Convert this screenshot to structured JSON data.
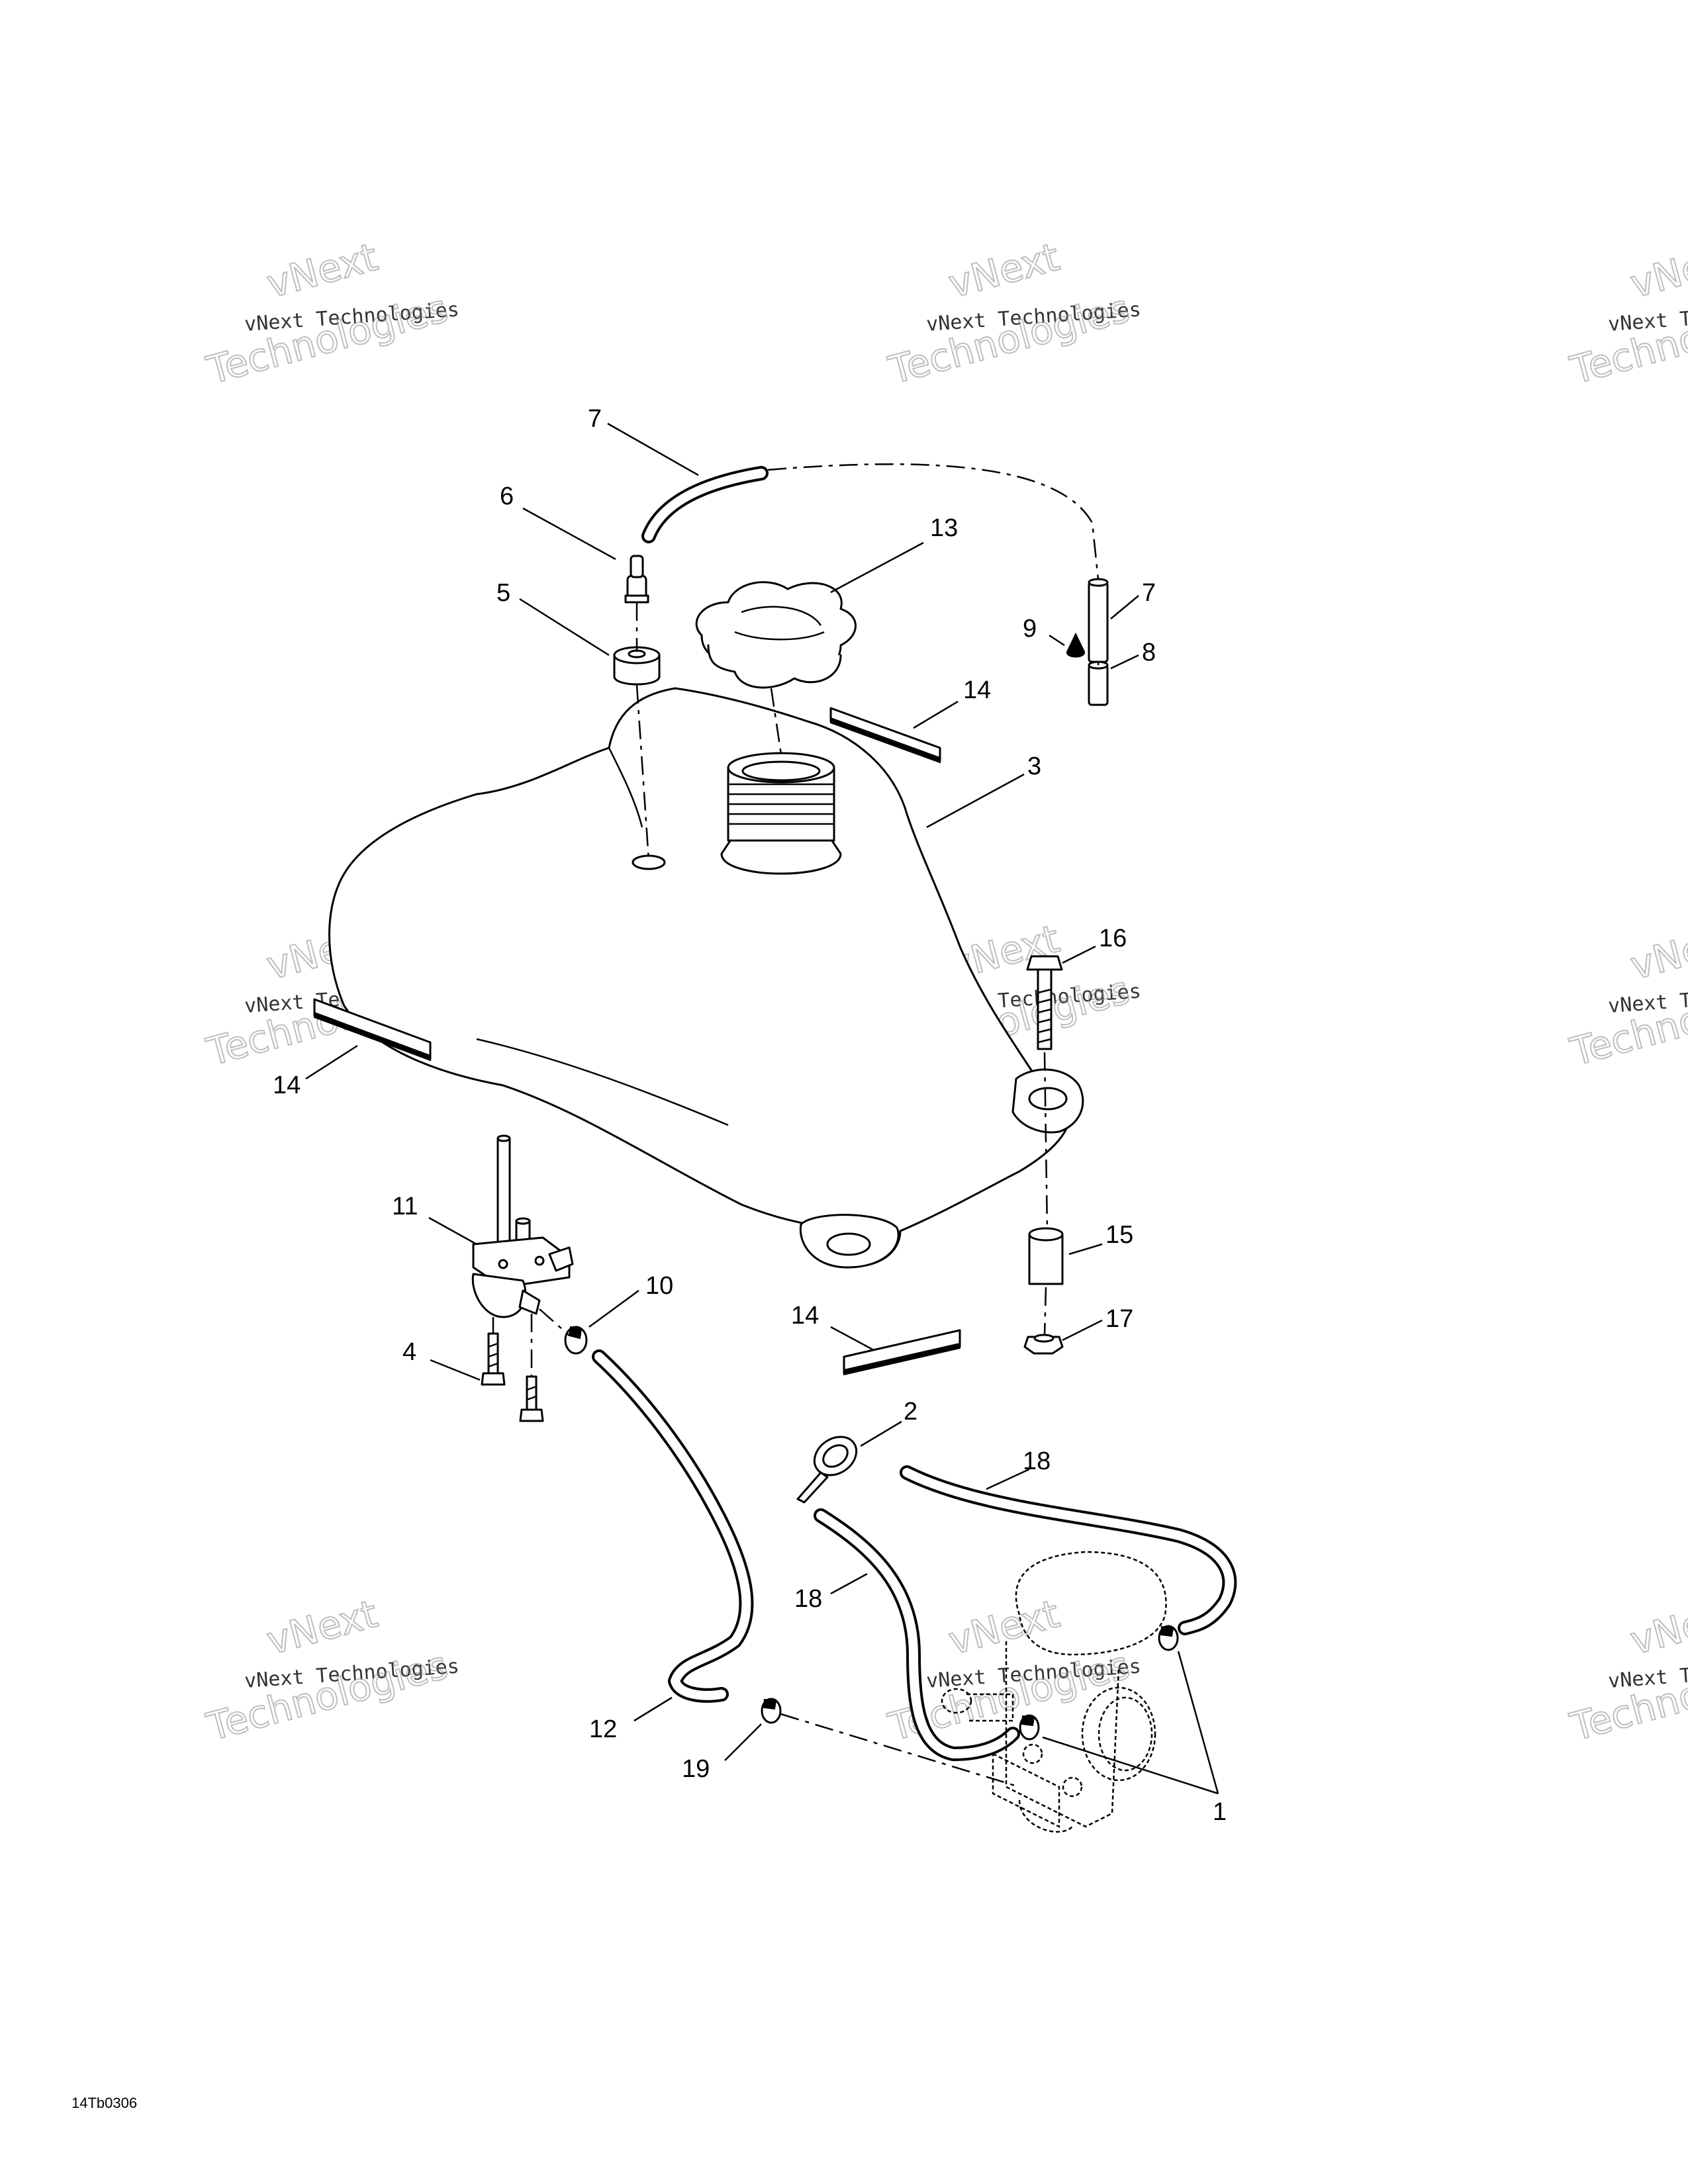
{
  "watermark": {
    "line1": "vNext",
    "line2": "vNext Technologies",
    "line3": "Technologies"
  },
  "callouts": {
    "c1": "1",
    "c2": "2",
    "c3": "3",
    "c4": "4",
    "c5": "5",
    "c6": "6",
    "c7a": "7",
    "c7b": "7",
    "c8": "8",
    "c9": "9",
    "c10": "10",
    "c11": "11",
    "c12": "12",
    "c13": "13",
    "c14a": "14",
    "c14b": "14",
    "c14c": "14",
    "c15": "15",
    "c16": "16",
    "c17": "17",
    "c18a": "18",
    "c18b": "18",
    "c19": "19"
  },
  "figure_code": "14Tb0306"
}
